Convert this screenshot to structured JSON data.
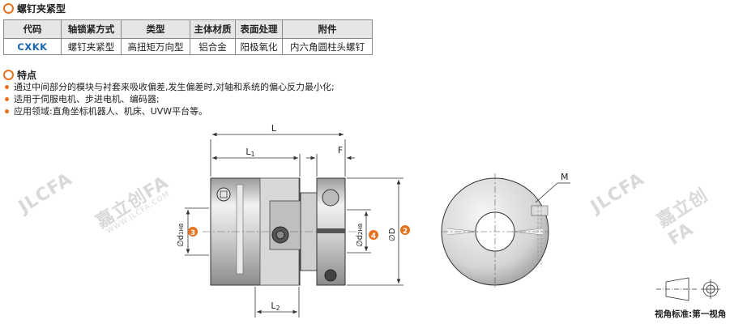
{
  "header": {
    "title": "螺钉夹紧型"
  },
  "table": {
    "headers": [
      "代码",
      "轴锁紧方式",
      "类型",
      "主体材质",
      "表面处理",
      "附件"
    ],
    "rows": [
      [
        "CXKK",
        "螺钉夹紧型",
        "高扭矩万向型",
        "铝合金",
        "阳极氧化",
        "内六角圆柱头螺钉"
      ]
    ]
  },
  "features": {
    "title": "特点",
    "items": [
      "通过中间部分的模块与衬套来吸收偏差,发生偏差时,对轴和系统的偏心反力最小化;",
      "适用于伺服电机、步进电机、编码器;",
      "应用领域:直角坐标机器人、机床、UVW平台等。"
    ]
  },
  "drawing": {
    "dim_L": "L",
    "dim_L1": "L",
    "dim_L1_sub": "1",
    "dim_L2": "L",
    "dim_L2_sub": "2",
    "dim_F": "F",
    "dim_M": "M",
    "dim_d1": "∅d",
    "dim_d1_sub": "1H8",
    "dim_d2": "∅d",
    "dim_d2_sub": "2H8",
    "dim_D": "∅D",
    "badge_3": "3",
    "badge_4": "4",
    "badge_2": "2"
  },
  "watermark": {
    "brand": "JLCFA",
    "brand_cn": "嘉立创FA",
    "url": "WWW.JLCFA.COM"
  },
  "view_label": "视角标准:第一视角",
  "colors": {
    "accent": "#e8711d",
    "code_blue": "#1a66b3"
  }
}
